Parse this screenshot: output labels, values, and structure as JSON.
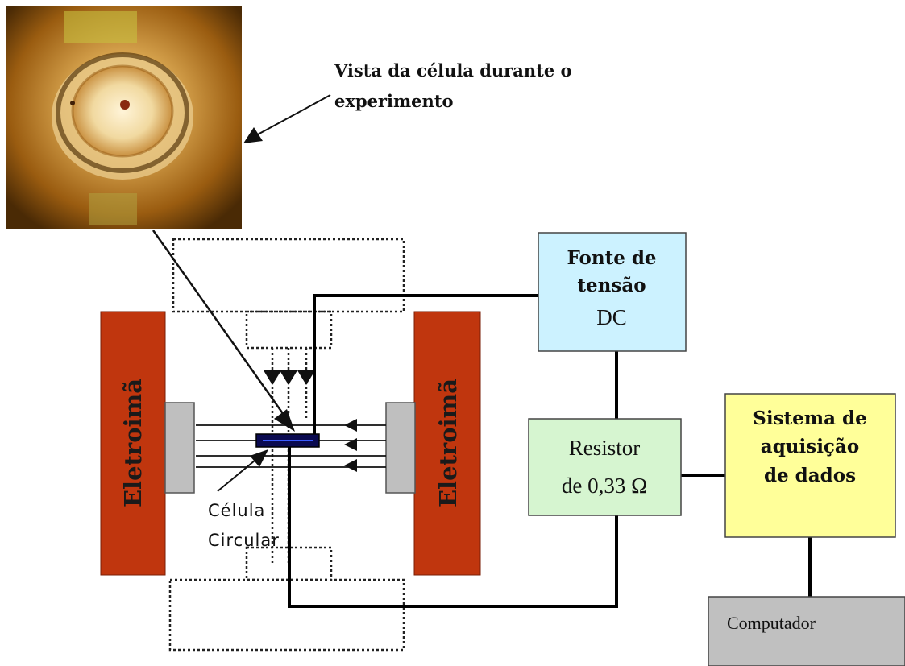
{
  "photo": {
    "caption_line1": "Vista da célula durante o",
    "caption_line2": "experimento"
  },
  "electromagnets": {
    "left_label": "Eletroimã",
    "right_label": "Eletroimã",
    "color": "#c0360e",
    "pole_color": "#bfbfbf"
  },
  "cell": {
    "label_line1": "Célula",
    "label_line2": "Circular"
  },
  "power_supply": {
    "line1": "Fonte de",
    "line2": "tensão",
    "line3": "DC",
    "color": "#ccf2ff"
  },
  "resistor": {
    "line1": "Resistor",
    "line2": "de 0,33 Ω",
    "color": "#d6f5d0"
  },
  "acquisition": {
    "line1": "Sistema de",
    "line2": "aquisição",
    "line3": "de dados",
    "color": "#ffff99"
  },
  "computer": {
    "label": "Computador",
    "color": "#c0c0c0"
  }
}
